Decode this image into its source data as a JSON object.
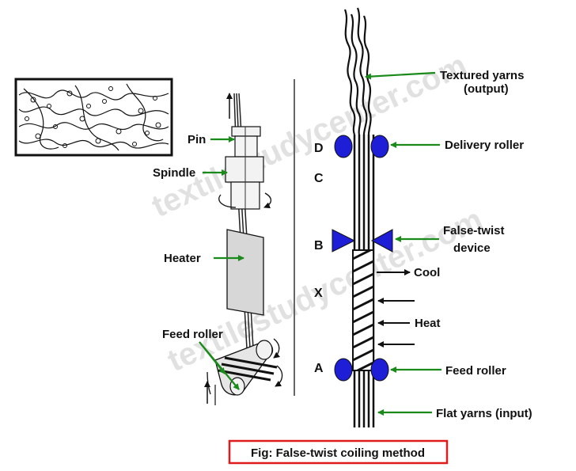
{
  "watermark": "textilestudycenter.com",
  "left_labels": {
    "pin": "Pin",
    "spindle": "Spindle",
    "heater": "Heater",
    "feed_roller": "Feed roller"
  },
  "right_labels": {
    "textured_line1": "Textured yarns",
    "textured_line2": "(output)",
    "delivery_roller": "Delivery roller",
    "false_twist_line1": "False-twist",
    "false_twist_line2": "device",
    "cool": "Cool",
    "heat": "Heat",
    "feed_roller": "Feed roller",
    "flat_yarns": "Flat yarns (input)"
  },
  "zone_letters": {
    "d": "D",
    "c": "C",
    "b": "B",
    "x": "X",
    "a": "A"
  },
  "caption": "Fig: False-twist coiling method",
  "colors": {
    "arrow_green": "#1a8a1a",
    "roller_blue": "#1d1ed6",
    "caption_border": "#e01b1b",
    "line": "#111111"
  }
}
